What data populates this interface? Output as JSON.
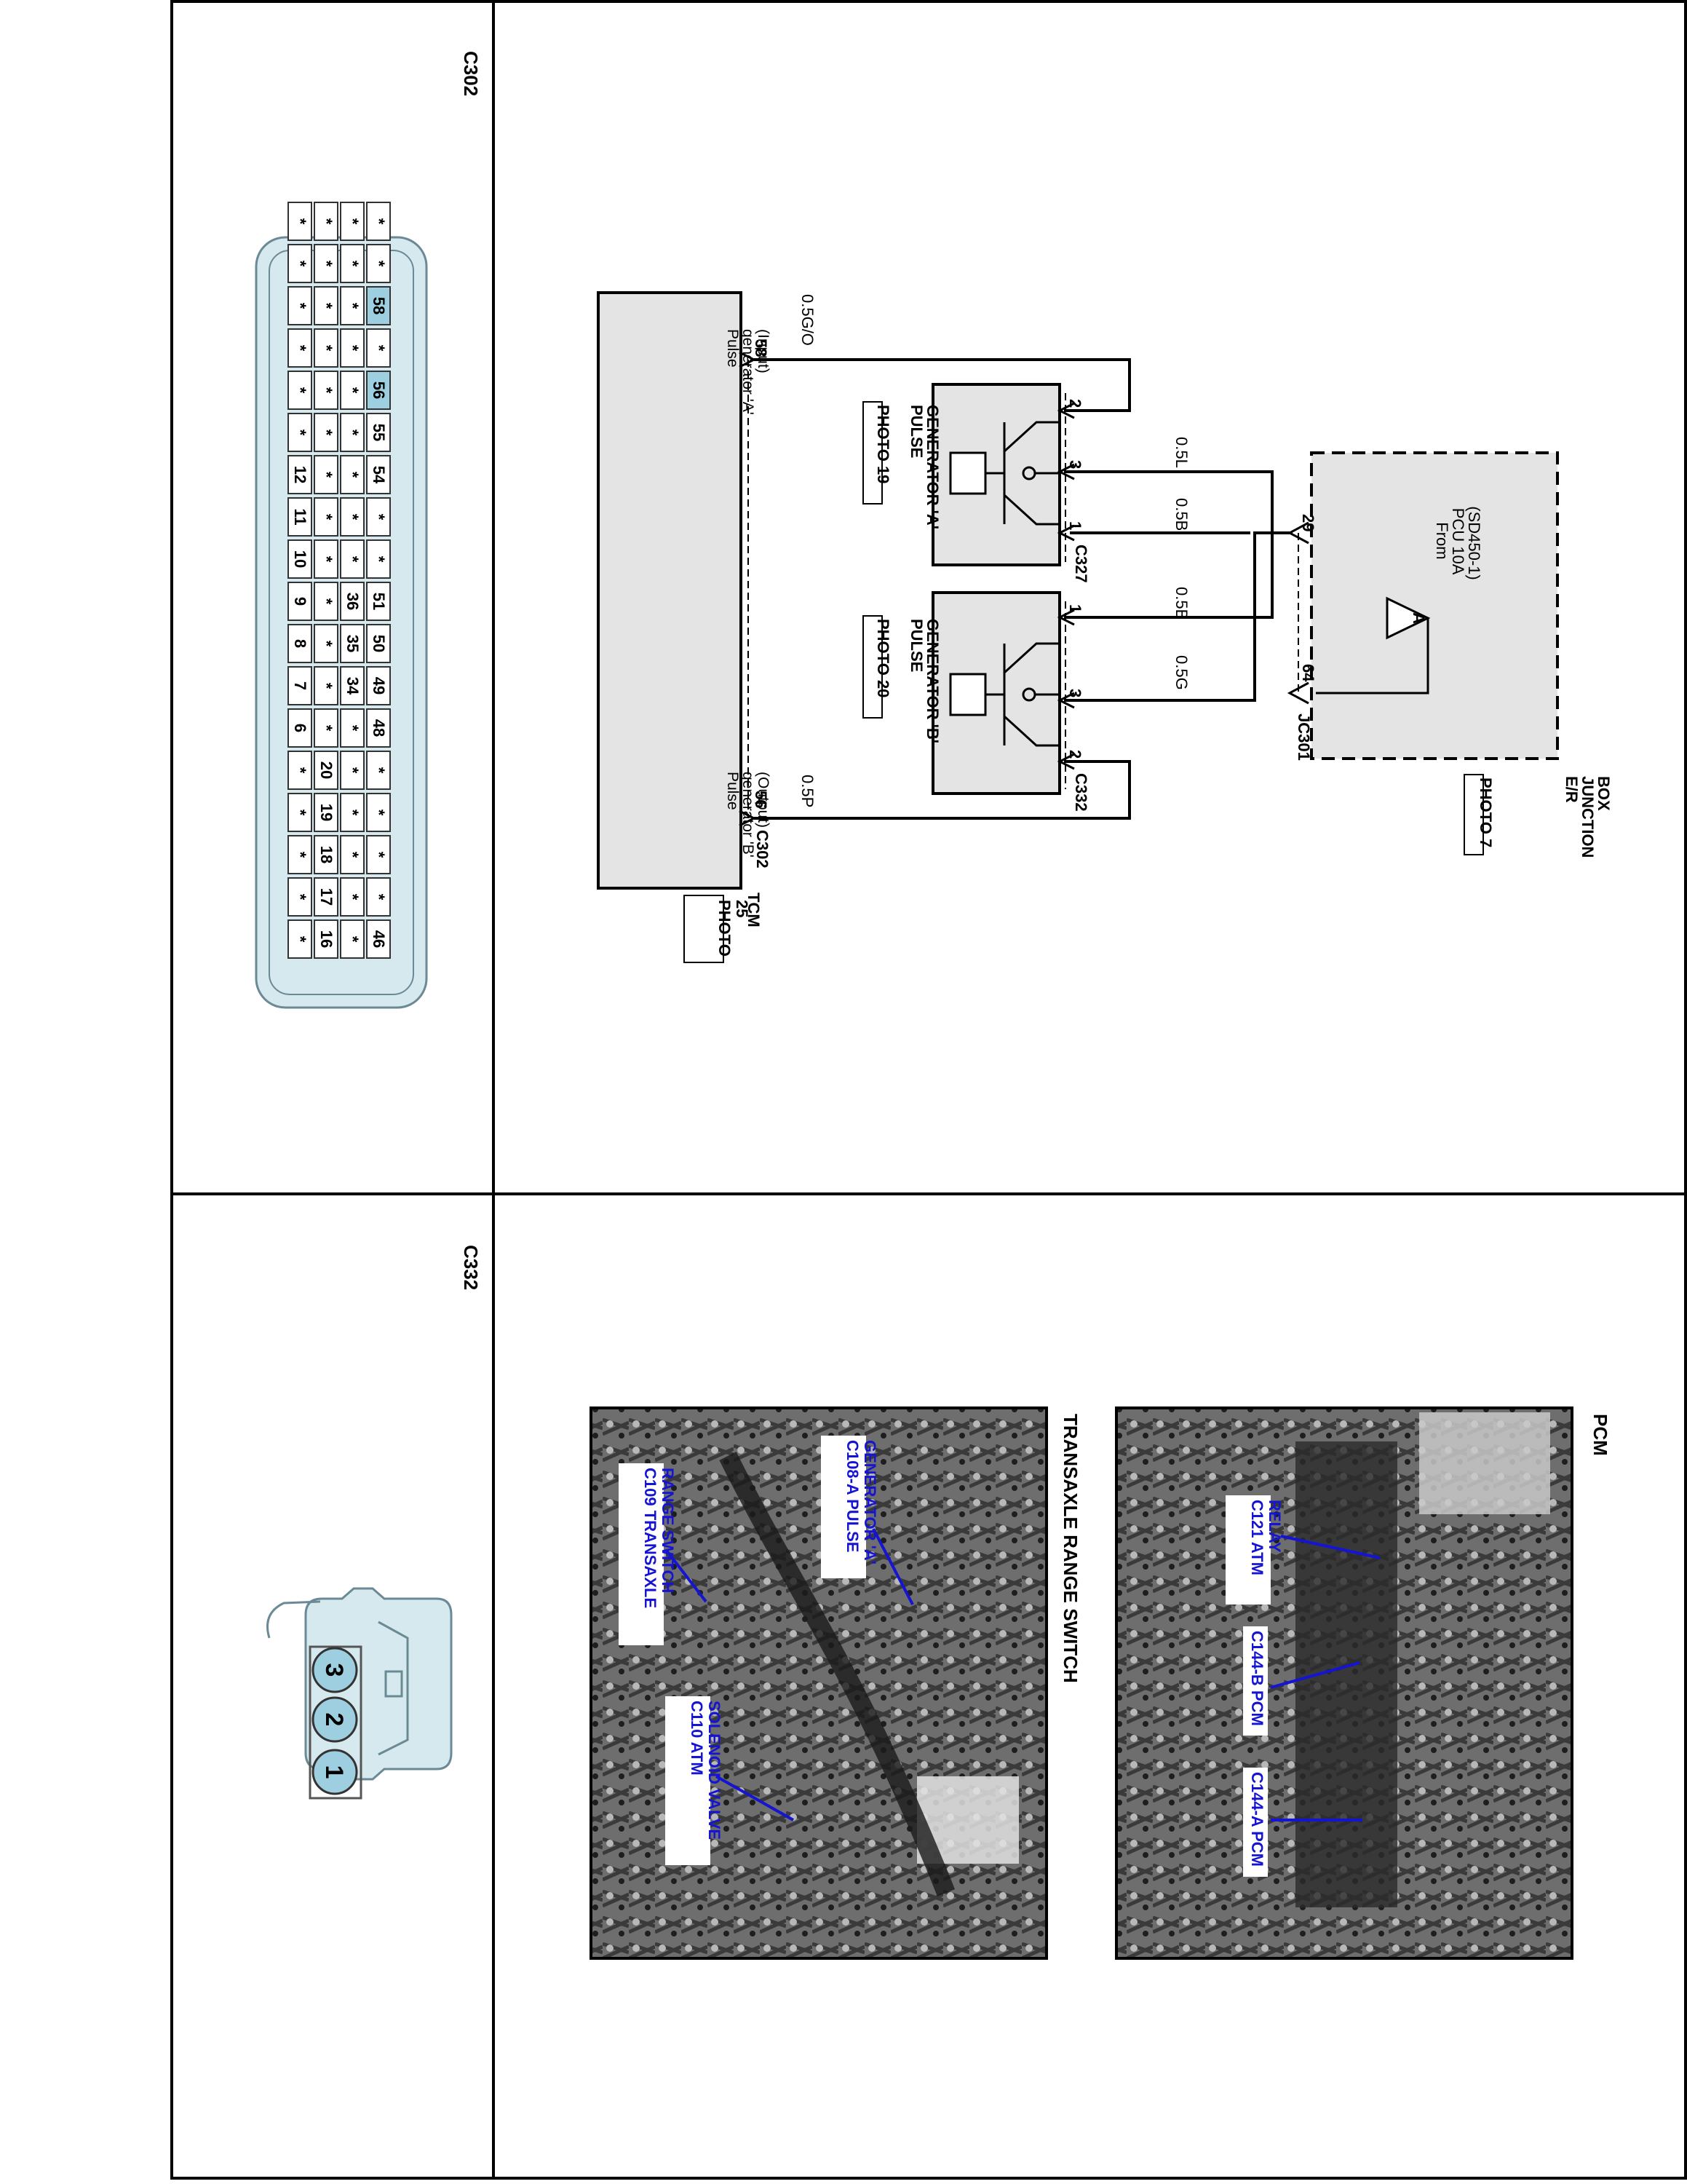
{
  "connectors": {
    "c302_title": "C302",
    "c332_title": "C332",
    "c302_rows": [
      [
        "46",
        "*",
        "*",
        "*",
        "*",
        "48",
        "49",
        "50",
        "51",
        "*",
        "*",
        "54",
        "55",
        "56",
        "*",
        "58",
        "*",
        "*"
      ],
      [
        "*",
        "*",
        "*",
        "*",
        "*",
        "*",
        "34",
        "35",
        "36",
        "*",
        "*",
        "*",
        "*",
        "*",
        "*",
        "*",
        "*",
        "*"
      ],
      [
        "16",
        "17",
        "18",
        "19",
        "20",
        "*",
        "*",
        "*",
        "*",
        "*",
        "*",
        "*",
        "*",
        "*",
        "*",
        "*",
        "*",
        "*"
      ],
      [
        "*",
        "*",
        "*",
        "*",
        "*",
        "6",
        "7",
        "8",
        "9",
        "10",
        "11",
        "12",
        "*",
        "*",
        "*",
        "*",
        "*",
        "*"
      ]
    ],
    "c332_pins": [
      "1",
      "2",
      "3"
    ]
  },
  "schematic": {
    "junction_box_label": [
      "E/R",
      "JUNCTION",
      "BOX"
    ],
    "junction_box_photo": "PHOTO 7",
    "from_label": [
      "From",
      "PCU 10A",
      "(SD450-1)"
    ],
    "fuse_marker": "A",
    "jc_connector": "JC301",
    "jc_pin_left": "29",
    "jc_pin_right": "64",
    "wires": {
      "w1": "0.5L",
      "w2": "0.5B",
      "w3": "0.5B",
      "w4": "0.5G",
      "w5": "0.5G/O",
      "w6": "0.5P"
    },
    "pg_a_label": [
      "PULSE",
      "GENERATOR 'A'"
    ],
    "pg_a_photo": "PHOTO 19",
    "pg_a_connector": "C327",
    "pg_a_pins": [
      "2",
      "3",
      "1"
    ],
    "pg_b_label": [
      "PULSE",
      "GENERATOR 'B'"
    ],
    "pg_b_photo": "PHOTO 20",
    "pg_b_connector": "C332",
    "pg_b_pins": [
      "1",
      "3",
      "2"
    ],
    "tcm_label": "TCM",
    "tcm_photo": [
      "PHOTO",
      "25"
    ],
    "tcm_connector": "C302",
    "tcm_pin_a": "58",
    "tcm_pin_b": "56",
    "input_label": [
      "Pulse",
      "generator 'A'",
      "(Input)"
    ],
    "output_label": [
      "Pulse",
      "generator 'B'",
      "(Output)"
    ]
  },
  "photos": {
    "pcm_title": "PCM",
    "pcm_callouts": [
      [
        "C121 ATM",
        "RELAY"
      ],
      [
        "C144-B PCM"
      ],
      [
        "C144-A PCM"
      ]
    ],
    "trans_title": "TRANSAXLE RANGE SWITCH",
    "trans_callouts": [
      [
        "C108-A PULSE",
        "GENERATOR 'A'"
      ],
      [
        "C109 TRANSAXLE",
        "RANGE SWITCH"
      ],
      [
        "C110 ATM",
        "SOLENOID VALVE"
      ]
    ]
  }
}
